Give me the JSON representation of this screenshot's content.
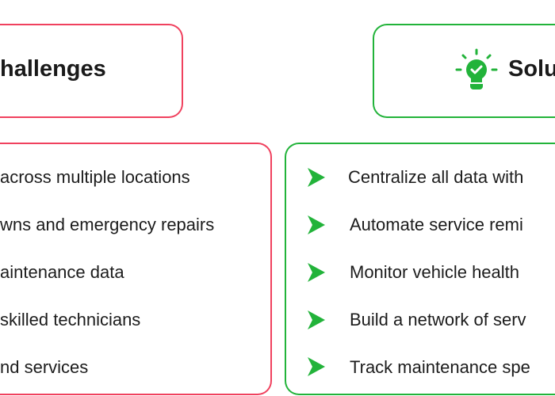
{
  "challenges": {
    "title": "hallenges",
    "items": [
      "across multiple locations",
      "wns and emergency repairs",
      "aintenance data",
      "skilled technicians",
      "nd services"
    ],
    "color": "#f0415e"
  },
  "solutions": {
    "title": "Solu",
    "icon": "lightbulb-check-icon",
    "items": [
      "Centralize all data with",
      "Automate service remi",
      "Monitor vehicle health",
      "Build a network of serv",
      "Track maintenance spe"
    ],
    "bullet_icon": "arrow-right-icon",
    "color": "#22b33a"
  }
}
